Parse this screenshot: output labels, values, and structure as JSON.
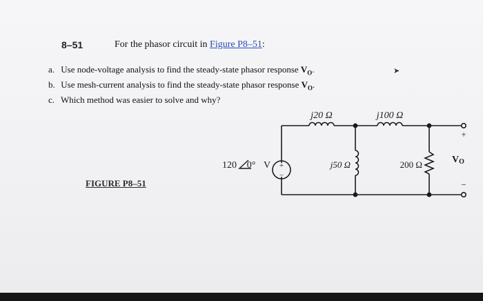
{
  "problem": {
    "number": "8–51",
    "stem_prefix": "For the phasor circuit in ",
    "figure_link": "Figure P8–51",
    "stem_suffix": ":"
  },
  "items": [
    {
      "letter": "a.",
      "text": "Use node-voltage analysis to find the steady-state phasor response ",
      "vo_main": "V",
      "vo_sub": "O",
      "end": "."
    },
    {
      "letter": "b.",
      "text": "Use mesh-current analysis to find the steady-state phasor response ",
      "vo_main": "V",
      "vo_sub": "O",
      "end": "."
    },
    {
      "letter": "c.",
      "text": "Which method was easier to solve and why?"
    }
  ],
  "figure_label": "FIGURE P8–51",
  "circuit": {
    "source_magnitude": "120",
    "source_angle": "0°",
    "source_unit": "V",
    "source_plus": "+",
    "source_minus": "−",
    "inductor_1": "j20 Ω",
    "inductor_2": "j100 Ω",
    "inductor_shunt": "j50 Ω",
    "resistor": "200 Ω",
    "output_plus": "+",
    "output_minus": "−",
    "output_label_main": "V",
    "output_label_sub": "O"
  },
  "cursor_icon": "arrow-cursor-icon"
}
